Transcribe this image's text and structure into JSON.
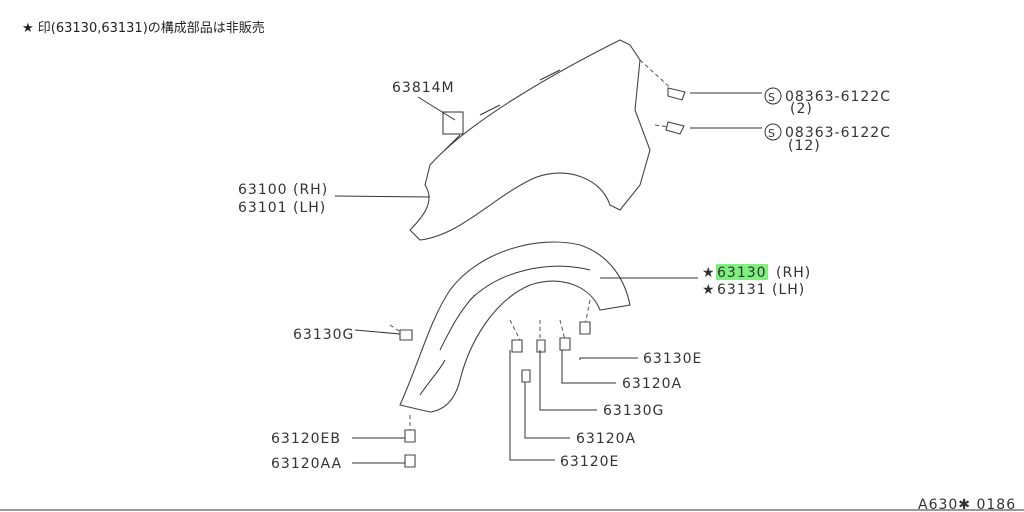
{
  "note": "★ 印(63130,63131)の構成部品は非販売",
  "labels": {
    "p63814M": "63814M",
    "bolt1": "08363-6122C",
    "bolt1_qty": "(2)",
    "bolt2": "08363-6122C",
    "bolt2_qty": "(12)",
    "fender_rh": "63100 (RH)",
    "fender_lh": "63101 (LH)",
    "star": "★",
    "liner_rh_num": "63130",
    "liner_rh_side": "(RH)",
    "liner_lh": "63131 (LH)",
    "p63130G_left": "63130G",
    "p63130E": "63130E",
    "p63120A_1": "63120A",
    "p63130G_right": "63130G",
    "p63120A_2": "63120A",
    "p63120EB": "63120EB",
    "p63120E": "63120E",
    "p63120AA": "63120AA",
    "s_mark": "S",
    "diagram_code": "A630✱ 0186"
  },
  "colors": {
    "highlight": "#7ef07e",
    "ink": "#333333"
  }
}
